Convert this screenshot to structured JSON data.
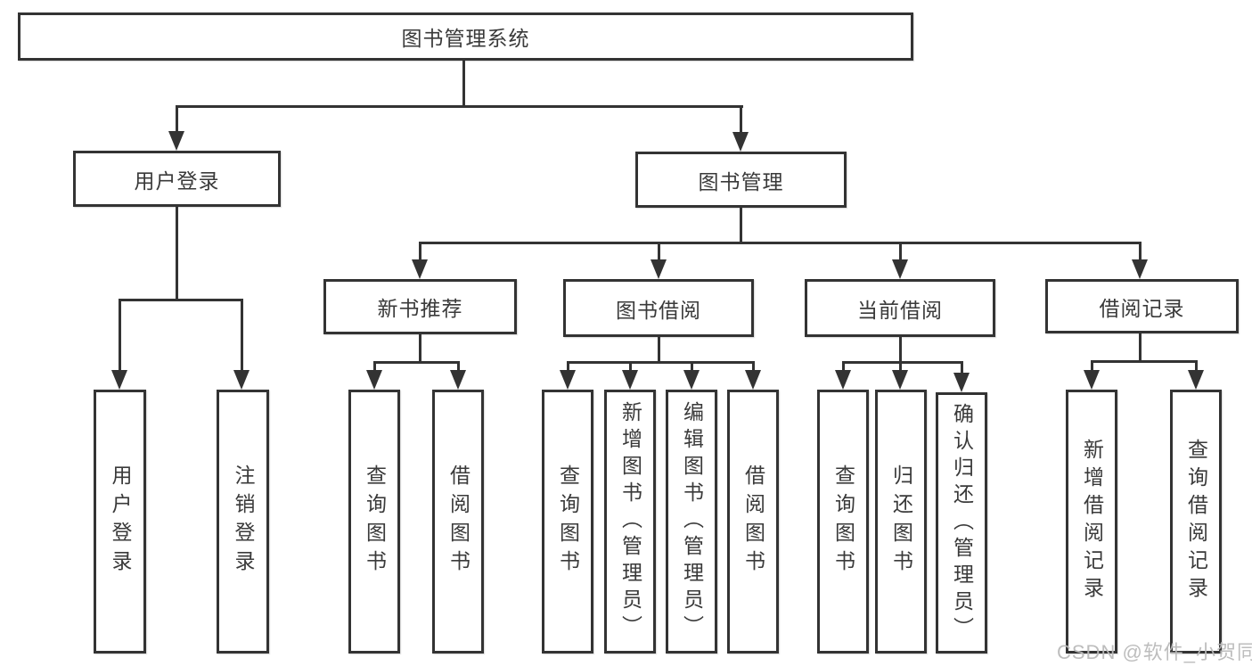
{
  "diagram": {
    "title": "图书管理系统",
    "root": {
      "label": "图书管理系统"
    },
    "level2": [
      {
        "label": "用户登录"
      },
      {
        "label": "图书管理"
      }
    ],
    "level3": [
      {
        "label": "新书推荐"
      },
      {
        "label": "图书借阅"
      },
      {
        "label": "当前借阅"
      },
      {
        "label": "借阅记录"
      }
    ],
    "leaves": {
      "user_login": [
        "用户登录",
        "注销登录"
      ],
      "new_book": [
        "查询图书",
        "借阅图书"
      ],
      "book_borrow": [
        "查询图书",
        "新增图书（管理员）",
        "编辑图书（管理员）",
        "借阅图书"
      ],
      "current_borrow": [
        "查询图书",
        "归还图书",
        "确认归还（管理员）"
      ],
      "borrow_record": [
        "新增借阅记录",
        "查询借阅记录"
      ]
    }
  },
  "watermark": "CSDN @软件_小贺同学",
  "colors": {
    "line": "#333333",
    "text": "#3a3a3a",
    "watermark": "#b9b9b9",
    "background": "#ffffff"
  }
}
